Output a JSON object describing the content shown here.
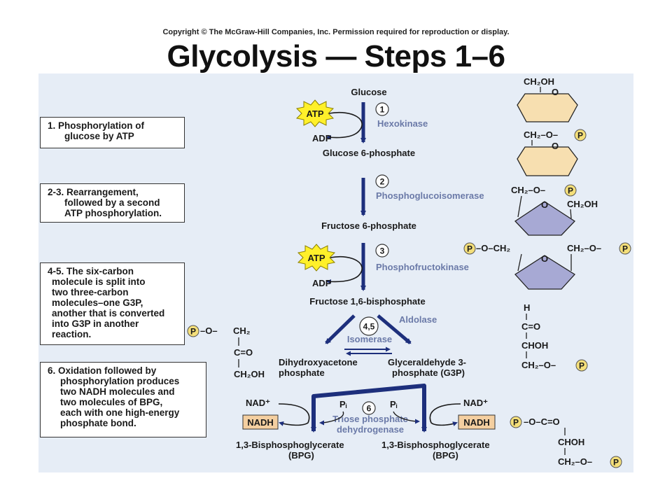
{
  "header": {
    "copyright": "Copyright © The McGraw-Hill Companies, Inc. Permission required for reproduction or display.",
    "title": "Glycolysis — Steps 1–6"
  },
  "step_boxes": [
    {
      "lines": [
        "1. Phosphorylation of",
        "glucose by ATP"
      ]
    },
    {
      "lines": [
        "2-3. Rearrangement,",
        "followed by a second",
        "ATP phosphorylation."
      ]
    },
    {
      "lines": [
        "4-5. The six-carbon",
        "molecule is split into",
        "two three-carbon",
        "molecules–one G3P,",
        "another that is converted",
        "into G3P in another",
        "reaction."
      ]
    },
    {
      "lines": [
        "6. Oxidation followed by",
        "phosphorylation produces",
        "two NADH molecules and",
        "two molecules of BPG,",
        "each with one high-energy",
        "phosphate bond."
      ]
    }
  ],
  "pathway": {
    "glucose": "Glucose",
    "step1_num": "1",
    "enzyme1": "Hexokinase",
    "atp": "ATP",
    "adp": "ADP",
    "glucose_6p": "Glucose 6-phosphate",
    "step2_num": "2",
    "enzyme2": "Phosphoglucoisomerase",
    "fructose_6p": "Fructose 6-phosphate",
    "step3_num": "3",
    "enzyme3": "Phosphofructokinase",
    "fructose_16bp": "Fructose 1,6-bisphosphate",
    "step45_num": "4,5",
    "enzyme4": "Aldolase",
    "enzyme5": "Isomerase",
    "dhap_line1": "Dihydroxyacetone",
    "dhap_line2": "phosphate",
    "g3p_line1": "Glyceraldehyde 3-",
    "g3p_line2": "phosphate (G3P)",
    "step6_num": "6",
    "enzyme6_line1": "Triose phosphate",
    "enzyme6_line2": "dehydrogenase",
    "nad": "NAD⁺",
    "nadh": "NADH",
    "pi": "Pᵢ",
    "bpg_line1": "1,3-Bisphosphoglycerate",
    "bpg_line2": "(BPG)"
  },
  "structures": {
    "ch2oh": "CH₂OH",
    "o": "O",
    "p": "P",
    "ch2": "CH₂",
    "ch2_o": "CH₂–O–",
    "o_ch2": "–O–CH₂",
    "o_dash": "–O–",
    "h": "H",
    "c_eq_o": "C=O",
    "chon": "CHOH",
    "o_c_eq_o": "–O–C=O"
  },
  "colors": {
    "panel": "#e6edf6",
    "arrow": "#1d2f7c",
    "enzyme": "#6b7aa8",
    "hexose": "#f7dfb0",
    "pentose": "#a7a9d4",
    "phosphate": "#f4df7a",
    "nadh_box": "#f4cfa0",
    "atp_star": "#fff02a"
  }
}
